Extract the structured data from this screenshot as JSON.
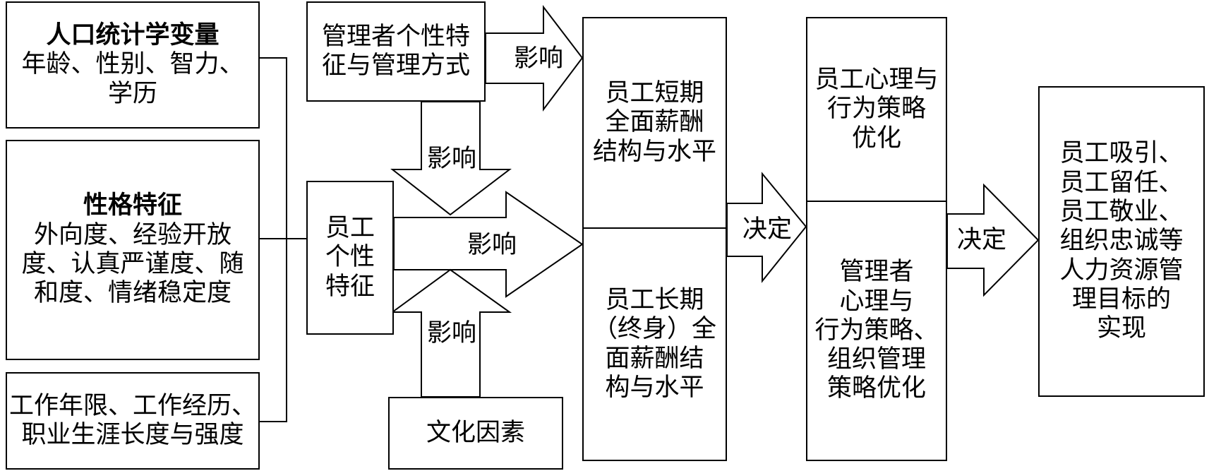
{
  "left_factors": [
    {
      "title": "人口统计学变量",
      "lines": [
        "年龄、性别、智力、",
        "学历"
      ]
    },
    {
      "title": "性格特征",
      "lines": [
        "外向度、经验开放",
        "度、认真严谨度、随",
        "和度、情绪稳定度"
      ]
    },
    {
      "title": "",
      "lines": [
        "工作年限、工作经历、",
        "职业生涯长度与强度"
      ]
    }
  ],
  "manager_traits": [
    "管理者个性特",
    "征与管理方式"
  ],
  "employee_traits": [
    "员工",
    "个性",
    "特征"
  ],
  "culture": "文化因素",
  "compensation": {
    "short_term": [
      "员工短期",
      "全面薪酬",
      "结构与水平"
    ],
    "long_term": [
      "员工长期",
      "（终身）全",
      "面薪酬结",
      "构与水平"
    ]
  },
  "strategy": {
    "employee": [
      "员工心理与",
      "行为策略",
      "优化"
    ],
    "manager": [
      "管理者",
      "心理与",
      "行为策略、",
      "组织管理",
      "策略优化"
    ]
  },
  "outcome": [
    "员工吸引、",
    "员工留任、",
    "员工敬业、",
    "组织忠诚等",
    "人力资源管",
    "理目标的",
    "实现"
  ],
  "arrow_labels": {
    "influence_manager_to_comp": "影响",
    "influence_manager_down": "影响",
    "influence_traits_to_comp": "影响",
    "influence_culture_up": "影响",
    "decide_comp_to_strategy": "决定",
    "decide_strategy_to_outcome": "决定"
  }
}
